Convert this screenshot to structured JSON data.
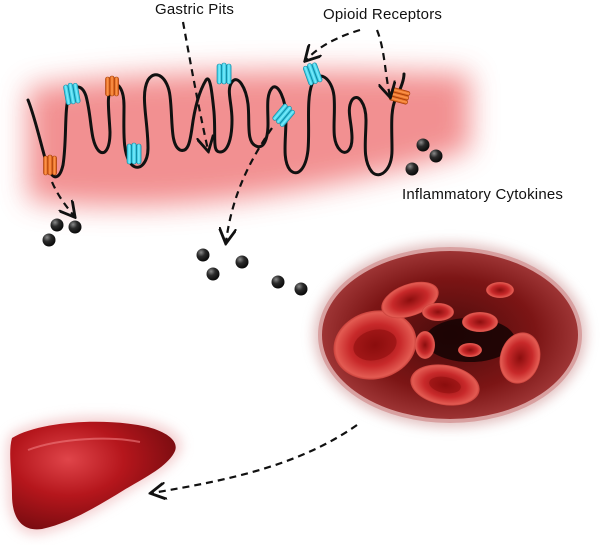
{
  "labels": {
    "gastric_pits": "Gastric Pits",
    "opioid_receptors": "Opioid Receptors",
    "inflammatory_cytokines": "Inflammatory Cytokines"
  },
  "colors": {
    "mucosa_glow": "#f2898a",
    "membrane_line": "#111111",
    "receptor_cyan": "#37d6ee",
    "receptor_orange": "#f26a1b",
    "cytokine": "#1f1f1f",
    "blood_vessel": "#8e1a1a",
    "liver": "#b4141a",
    "arrow": "#111111"
  },
  "icons": [
    "opioid-receptor-icon",
    "cytokine-icon",
    "blood-vessel-icon",
    "liver-icon"
  ]
}
